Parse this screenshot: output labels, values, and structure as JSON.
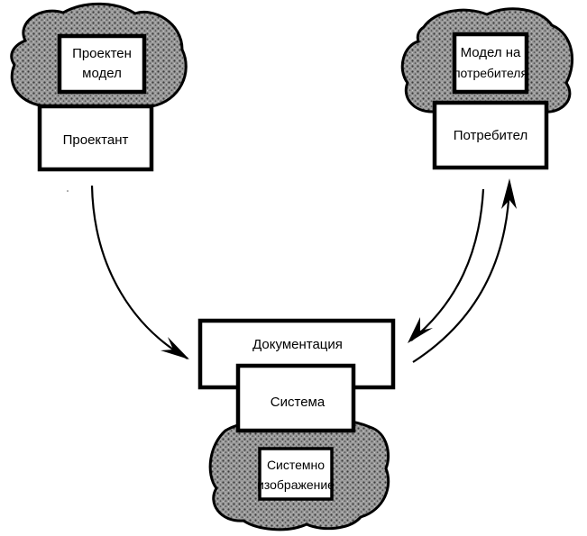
{
  "designer": {
    "model_line1": "Проектен",
    "model_line2": "модел",
    "role": "Проектант"
  },
  "user": {
    "model_line1": "Модел на",
    "model_line2": "потребителя",
    "role": "Потребител"
  },
  "system": {
    "documentation": "Документация",
    "system": "Система",
    "image_line1": "Системно",
    "image_line2": "изображение"
  },
  "colors": {
    "cloud_fill": "#8c8c8c",
    "ink": "#000000",
    "box_fill": "#ffffff"
  }
}
